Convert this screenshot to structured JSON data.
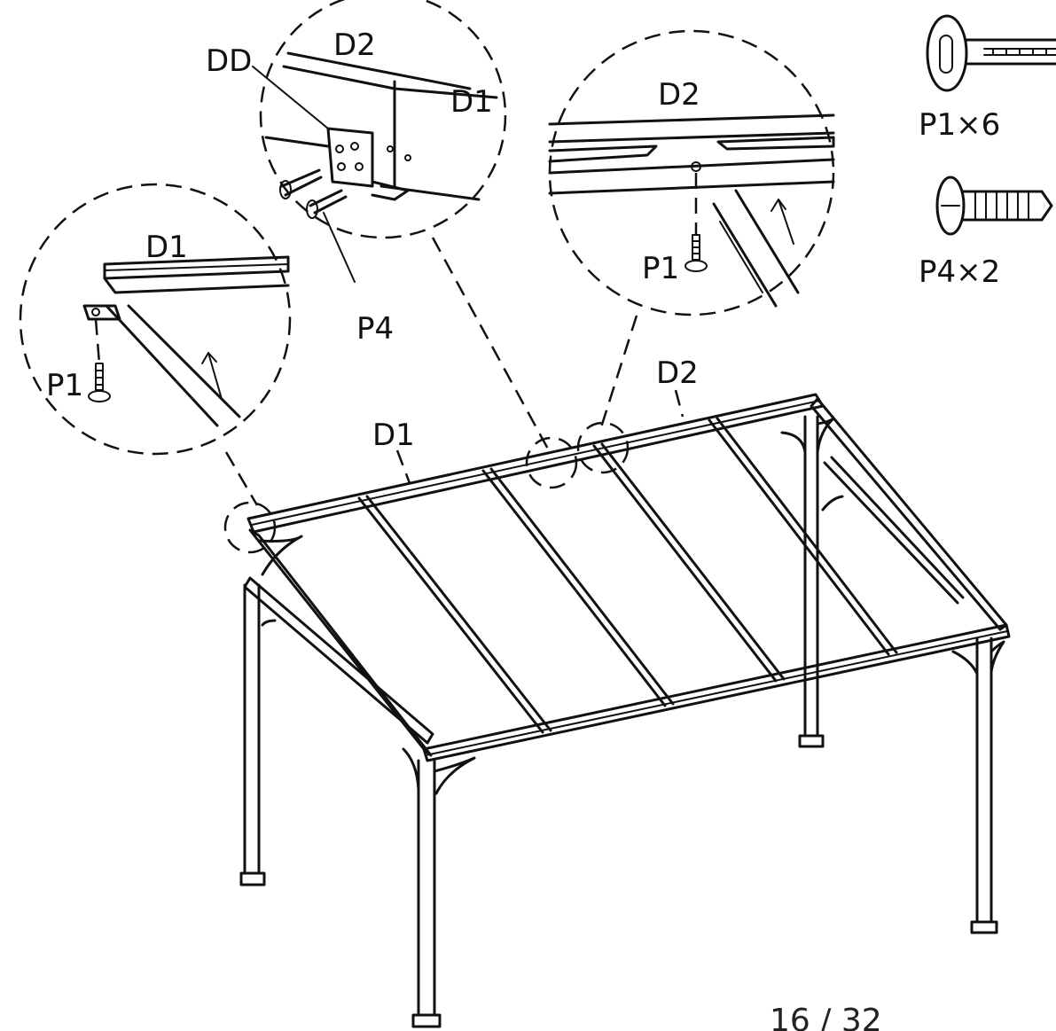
{
  "labels": {
    "dd": "DD",
    "d2_detail": "D2",
    "d1_detail": "D1",
    "p4_detail": "P4",
    "d1_left_detail": "D1",
    "p1_left_detail": "P1",
    "d2_right_detail": "D2",
    "p1_right_detail": "P1",
    "d1_main": "D1",
    "d2_main": "D2"
  },
  "parts": [
    {
      "label": "P1×6",
      "icon": "bolt-icon"
    },
    {
      "label": "P4×2",
      "icon": "screw-icon"
    }
  ],
  "page_number": "16 / 32"
}
